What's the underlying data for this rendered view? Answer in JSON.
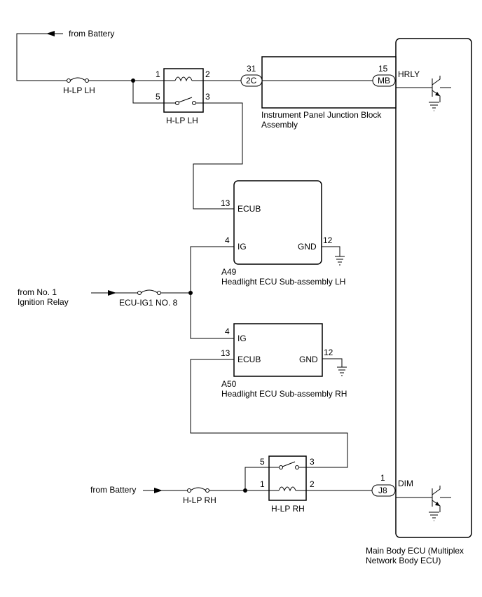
{
  "labels": {
    "from_battery_top": "from Battery",
    "from_battery_bottom": "from Battery",
    "from_ig_relay_1": "from No. 1",
    "from_ig_relay_2": "Ignition Relay",
    "fuse_hlp_lh": "H-LP LH",
    "fuse_hlp_rh": "H-LP RH",
    "fuse_ecu_ig1": "ECU-IG1 NO. 8"
  },
  "relay_lh": {
    "name": "H-LP LH",
    "pin1": "1",
    "pin2": "2",
    "pin3": "3",
    "pin5": "5"
  },
  "relay_rh": {
    "name": "H-LP RH",
    "pin1": "1",
    "pin2": "2",
    "pin3": "3",
    "pin5": "5"
  },
  "junction_block": {
    "name_line1": "Instrument Panel Junction Block",
    "name_line2": "Assembly",
    "conn_in": "2C",
    "conn_in_pin": "31",
    "conn_out": "MB",
    "conn_out_pin": "15"
  },
  "ecu_lh": {
    "code": "A49",
    "name": "Headlight ECU Sub-assembly LH",
    "ecub": "ECUB",
    "ecub_pin": "13",
    "ig": "IG",
    "ig_pin": "4",
    "gnd": "GND",
    "gnd_pin": "12"
  },
  "ecu_rh": {
    "code": "A50",
    "name": "Headlight ECU Sub-assembly RH",
    "ig": "IG",
    "ig_pin": "4",
    "ecub": "ECUB",
    "ecub_pin": "13",
    "gnd": "GND",
    "gnd_pin": "12"
  },
  "main_ecu": {
    "name_line1": "Main Body ECU (Multiplex",
    "name_line2": "Network Body ECU)",
    "hrly": "HRLY",
    "dim": "DIM",
    "conn_j8": "J8",
    "conn_j8_pin": "1"
  }
}
